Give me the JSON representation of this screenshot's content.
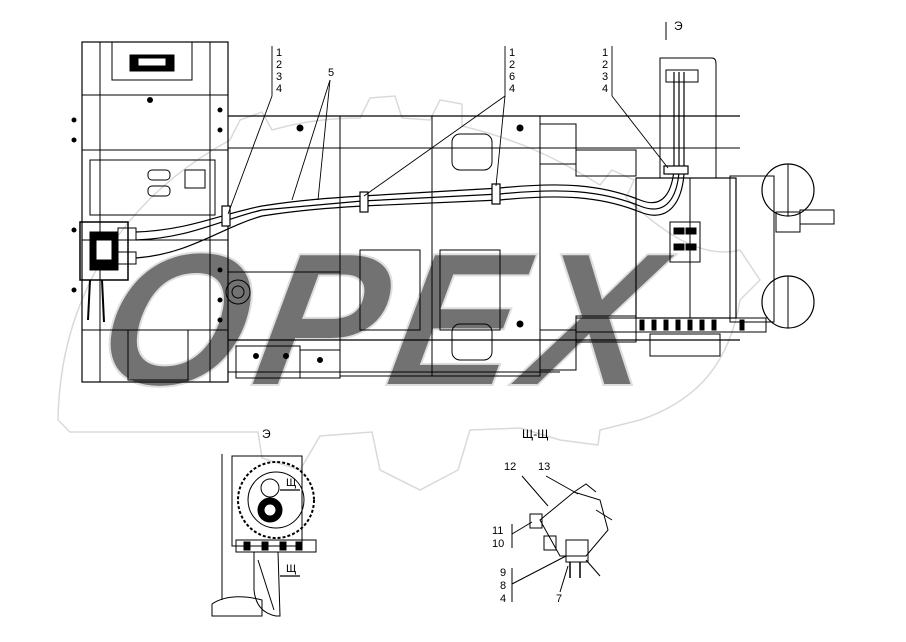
{
  "diagram": {
    "watermark": "OPEX",
    "section_marks": {
      "view_e_top": "Э",
      "view_e_bottom": "Э",
      "view_shch_title": "Щ-Щ",
      "shch_cut_upper": "Щ",
      "shch_cut_lower": "Щ"
    },
    "stacks": {
      "left": [
        "1",
        "2",
        "3",
        "4"
      ],
      "middle": [
        "1",
        "2",
        "6",
        "4"
      ],
      "right": [
        "1",
        "2",
        "3",
        "4"
      ],
      "detail_upper": [
        "11",
        "10"
      ],
      "detail_lower": [
        "9",
        "8",
        "4"
      ]
    },
    "callouts": {
      "hose": "5",
      "part_12": "12",
      "part_13": "13",
      "part_7": "7"
    }
  }
}
